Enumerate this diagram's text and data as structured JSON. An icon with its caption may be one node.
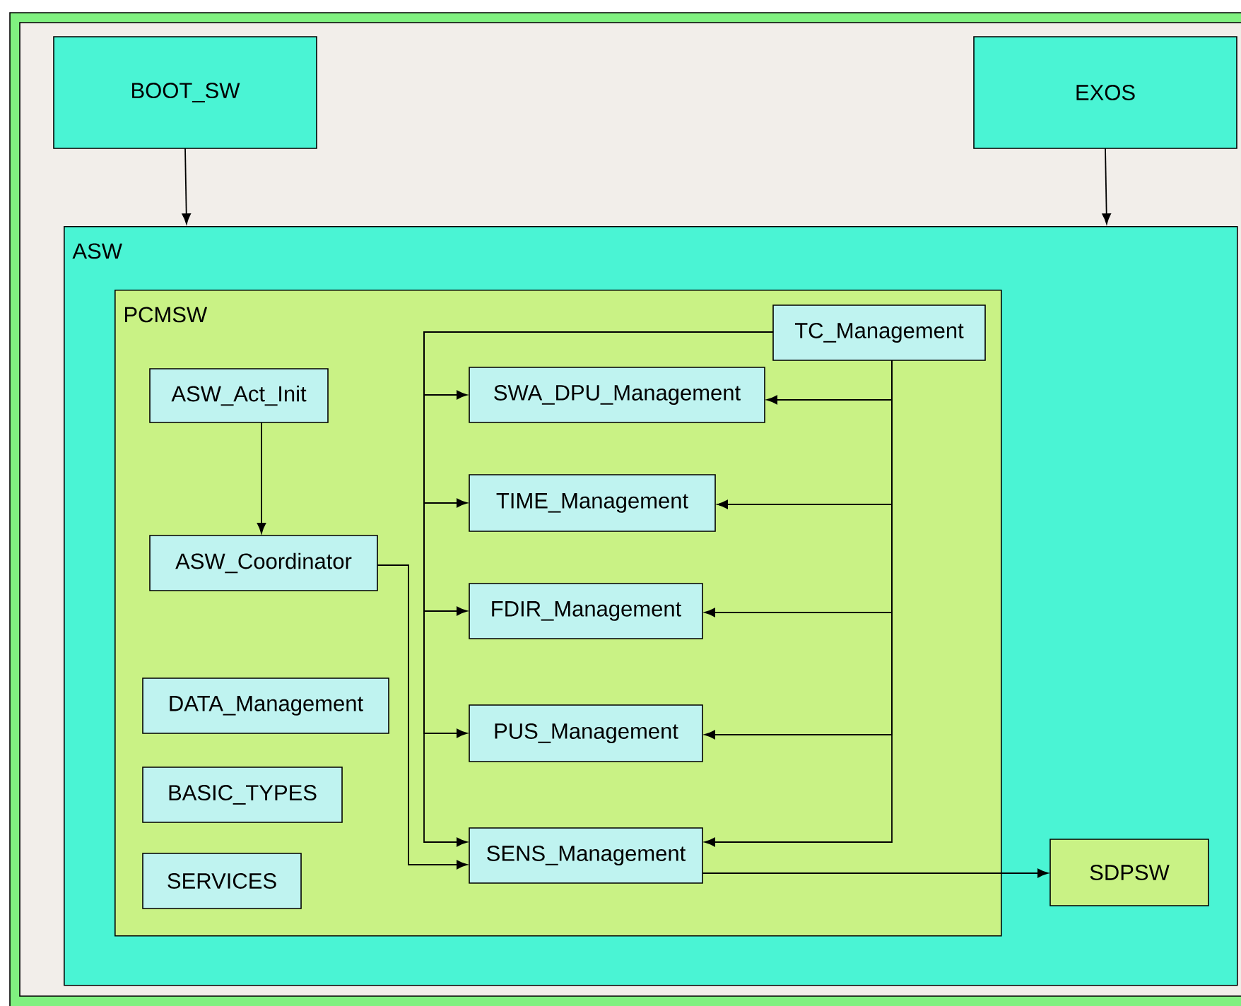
{
  "diagram": {
    "nodes": [
      {
        "text": [
          "BOOT_SW"
        ]
      },
      {
        "text": [
          "EXOS"
        ]
      },
      {
        "text": [
          "ASW"
        ]
      },
      {
        "text": [
          "PCMSW"
        ],
        "in": 2
      },
      {
        "text": [
          "TC_Management"
        ],
        "in": 3
      },
      {
        "text": [
          "ASW_Act_Init"
        ],
        "in": 3
      },
      {
        "text": [
          "SWA_DPU_Management"
        ],
        "in": 3
      },
      {
        "text": [
          "TIME_Management"
        ],
        "in": 3
      },
      {
        "text": [
          "ASW_Coordinator"
        ],
        "in": 3
      },
      {
        "text": [
          "FDIR_Management"
        ],
        "in": 3
      },
      {
        "text": [
          "DATA_Management"
        ],
        "in": 3
      },
      {
        "text": [
          "PUS_Management"
        ],
        "in": 3
      },
      {
        "text": [
          "BASIC_TYPES"
        ],
        "in": 3
      },
      {
        "text": [
          "SENS_Management"
        ],
        "in": 3
      },
      {
        "text": [
          "SERVICES"
        ],
        "in": 3
      },
      {
        "text": [
          "SDPSW"
        ],
        "in": 2
      }
    ],
    "edges": [
      {
        "from": 0,
        "to": 2,
        "arrow": "to"
      },
      {
        "from": 1,
        "to": 2,
        "arrow": "to"
      },
      {
        "from": 5,
        "to": 8,
        "arrow": "to"
      },
      {
        "from": 4,
        "to": 6,
        "arrow": "to"
      },
      {
        "from": 4,
        "to": 7,
        "arrow": "to"
      },
      {
        "from": 4,
        "to": 9,
        "arrow": "to"
      },
      {
        "from": 4,
        "to": 11,
        "arrow": "to"
      },
      {
        "from": 4,
        "to": 13,
        "arrow": "to"
      },
      {
        "from": 4,
        "to": 6,
        "arrow": "to"
      },
      {
        "from": 4,
        "to": 7,
        "arrow": "to"
      },
      {
        "from": 4,
        "to": 9,
        "arrow": "to"
      },
      {
        "from": 4,
        "to": 11,
        "arrow": "to"
      },
      {
        "from": 4,
        "to": 13,
        "arrow": "to"
      },
      {
        "from": 8,
        "to": 13,
        "arrow": "to"
      },
      {
        "from": 13,
        "to": 15,
        "arrow": "to"
      }
    ]
  }
}
